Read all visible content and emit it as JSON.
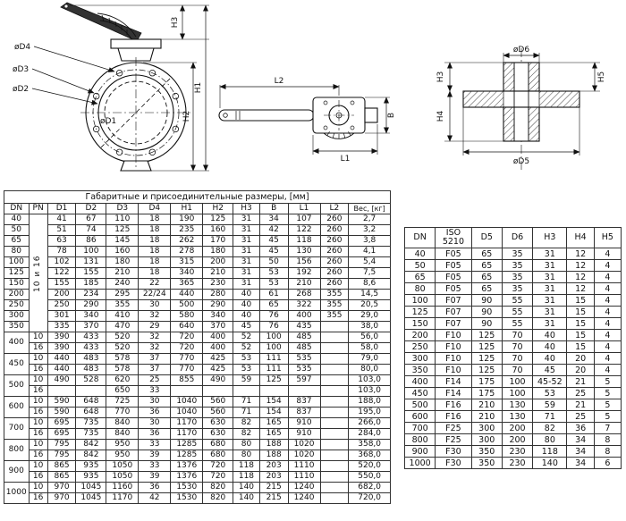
{
  "drawings": {
    "front": {
      "d4_label": "øD4",
      "d3_label": "øD3",
      "d2_label": "øD2",
      "d1_label": "øD1",
      "h1_label": "H1",
      "h2_label": "H2",
      "h3_label": "H3"
    },
    "top": {
      "l1_label": "L1",
      "l2_label": "L2",
      "b_label": "B"
    },
    "section": {
      "d5_label": "øD5",
      "d6_label": "øD6",
      "h3_label": "H3",
      "h4_label": "H4",
      "h5_label": "H5"
    }
  },
  "main_table": {
    "header_rows": [
      [
        {
          "t": "Габаритные и присоединительные размеры, [мм]",
          "cs": 13,
          "cls": "title"
        }
      ],
      [
        "DN",
        "PN",
        "D1",
        "D2",
        "D3",
        "D4",
        "H1",
        "H2",
        "H3",
        "B",
        "L1",
        "L2",
        {
          "t": "Вес, [кг]",
          "cls": "small"
        }
      ]
    ],
    "rows": [
      [
        "40",
        {
          "t": "10 и 16",
          "rs": 11,
          "cls": "vert"
        },
        "41",
        "67",
        "110",
        "18",
        "190",
        "125",
        "31",
        "34",
        "107",
        "260",
        "2,7"
      ],
      [
        "50",
        "51",
        "74",
        "125",
        "18",
        "235",
        "160",
        "31",
        "42",
        "122",
        "260",
        "3,2"
      ],
      [
        "65",
        "63",
        "86",
        "145",
        "18",
        "262",
        "170",
        "31",
        "45",
        "118",
        "260",
        "3,8"
      ],
      [
        "80",
        "78",
        "100",
        "160",
        "18",
        "278",
        "180",
        "31",
        "45",
        "130",
        "260",
        "4,1"
      ],
      [
        "100",
        "102",
        "131",
        "180",
        "18",
        "315",
        "200",
        "31",
        "50",
        "156",
        "260",
        "5,4"
      ],
      [
        "125",
        "122",
        "155",
        "210",
        "18",
        "340",
        "210",
        "31",
        "53",
        "192",
        "260",
        "7,5"
      ],
      [
        "150",
        "155",
        "185",
        "240",
        "22",
        "365",
        "230",
        "31",
        "53",
        "210",
        "260",
        "8,6"
      ],
      [
        "200",
        "200",
        "234",
        "295",
        "22/24",
        "440",
        "280",
        "40",
        "61",
        "268",
        "355",
        "14,5"
      ],
      [
        "250",
        "250",
        "290",
        "355",
        "30",
        "500",
        "290",
        "40",
        "65",
        "322",
        "355",
        "20,5"
      ],
      [
        "300",
        "301",
        "340",
        "410",
        "32",
        "580",
        "340",
        "40",
        "76",
        "400",
        "355",
        "29,0"
      ],
      [
        "350",
        "335",
        "370",
        "470",
        "29",
        "640",
        "370",
        "45",
        "76",
        "435",
        "",
        "38,0"
      ],
      [
        {
          "t": "400",
          "rs": 2
        },
        "10",
        "390",
        "433",
        "520",
        "32",
        "720",
        "400",
        "52",
        "100",
        "485",
        "",
        "56,0"
      ],
      [
        "16",
        "390",
        "433",
        "520",
        "32",
        "720",
        "400",
        "52",
        "100",
        "485",
        "",
        "58,0"
      ],
      [
        {
          "t": "450",
          "rs": 2
        },
        "10",
        "440",
        "483",
        "578",
        "37",
        "770",
        "425",
        "53",
        "111",
        "535",
        "",
        "79,0"
      ],
      [
        "16",
        "440",
        "483",
        "578",
        "37",
        "770",
        "425",
        "53",
        "111",
        "535",
        "",
        "80,0"
      ],
      [
        {
          "t": "500",
          "rs": 2
        },
        "10",
        "490",
        "528",
        "620",
        "25",
        "855",
        "490",
        "59",
        "125",
        "597",
        "",
        "103,0"
      ],
      [
        "16",
        "",
        "",
        "650",
        "33",
        "",
        "",
        "",
        "",
        "",
        "",
        "103,0"
      ],
      [
        {
          "t": "600",
          "rs": 2
        },
        "10",
        "590",
        "648",
        "725",
        "30",
        "1040",
        "560",
        "71",
        "154",
        "837",
        "",
        "188,0"
      ],
      [
        "16",
        "590",
        "648",
        "770",
        "36",
        "1040",
        "560",
        "71",
        "154",
        "837",
        "",
        "195,0"
      ],
      [
        {
          "t": "700",
          "rs": 2
        },
        "10",
        "695",
        "735",
        "840",
        "30",
        "1170",
        "630",
        "82",
        "165",
        "910",
        "",
        "266,0"
      ],
      [
        "16",
        "695",
        "735",
        "840",
        "36",
        "1170",
        "630",
        "82",
        "165",
        "910",
        "",
        "284,0"
      ],
      [
        {
          "t": "800",
          "rs": 2
        },
        "10",
        "795",
        "842",
        "950",
        "33",
        "1285",
        "680",
        "80",
        "188",
        "1020",
        "",
        "358,0"
      ],
      [
        "16",
        "795",
        "842",
        "950",
        "39",
        "1285",
        "680",
        "80",
        "188",
        "1020",
        "",
        "368,0"
      ],
      [
        {
          "t": "900",
          "rs": 2
        },
        "10",
        "865",
        "935",
        "1050",
        "33",
        "1376",
        "720",
        "118",
        "203",
        "1110",
        "",
        "520,0"
      ],
      [
        "16",
        "865",
        "935",
        "1050",
        "39",
        "1376",
        "720",
        "118",
        "203",
        "1110",
        "",
        "550,0"
      ],
      [
        {
          "t": "1000",
          "rs": 2
        },
        "10",
        "970",
        "1045",
        "1160",
        "36",
        "1530",
        "820",
        "140",
        "215",
        "1240",
        "",
        "682,0"
      ],
      [
        "16",
        "970",
        "1045",
        "1170",
        "42",
        "1530",
        "820",
        "140",
        "215",
        "1240",
        "",
        "720,0"
      ]
    ]
  },
  "iso_table": {
    "header_rows": [
      [
        "DN",
        "ISO\n5210",
        "D5",
        "D6",
        "H3",
        "H4",
        "H5"
      ]
    ],
    "rows": [
      [
        "40",
        "F05",
        "65",
        "35",
        "31",
        "12",
        "4"
      ],
      [
        "50",
        "F05",
        "65",
        "35",
        "31",
        "12",
        "4"
      ],
      [
        "65",
        "F05",
        "65",
        "35",
        "31",
        "12",
        "4"
      ],
      [
        "80",
        "F05",
        "65",
        "35",
        "31",
        "12",
        "4"
      ],
      [
        "100",
        "F07",
        "90",
        "55",
        "31",
        "15",
        "4"
      ],
      [
        "125",
        "F07",
        "90",
        "55",
        "31",
        "15",
        "4"
      ],
      [
        "150",
        "F07",
        "90",
        "55",
        "31",
        "15",
        "4"
      ],
      [
        "200",
        "F10",
        "125",
        "70",
        "40",
        "15",
        "4"
      ],
      [
        "250",
        "F10",
        "125",
        "70",
        "40",
        "15",
        "4"
      ],
      [
        "300",
        "F10",
        "125",
        "70",
        "40",
        "20",
        "4"
      ],
      [
        "350",
        "F10",
        "125",
        "70",
        "45",
        "20",
        "4"
      ],
      [
        "400",
        "F14",
        "175",
        "100",
        "45-52",
        "21",
        "5"
      ],
      [
        "450",
        "F14",
        "175",
        "100",
        "53",
        "25",
        "5"
      ],
      [
        "500",
        "F16",
        "210",
        "130",
        "59",
        "21",
        "5"
      ],
      [
        "600",
        "F16",
        "210",
        "130",
        "71",
        "25",
        "5"
      ],
      [
        "700",
        "F25",
        "300",
        "200",
        "82",
        "36",
        "7"
      ],
      [
        "800",
        "F25",
        "300",
        "200",
        "80",
        "34",
        "8"
      ],
      [
        "900",
        "F30",
        "350",
        "230",
        "118",
        "34",
        "8"
      ],
      [
        "1000",
        "F30",
        "350",
        "230",
        "140",
        "34",
        "6"
      ]
    ]
  }
}
